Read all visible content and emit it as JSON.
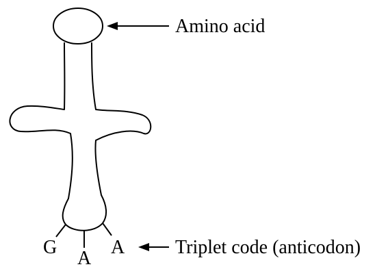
{
  "labels": {
    "amino_acid": "Amino acid",
    "triplet_code": "Triplet code (anticodon)"
  },
  "anticodon_bases": [
    "G",
    "A",
    "A"
  ],
  "colors": {
    "stroke": "#000000",
    "background": "#ffffff"
  }
}
